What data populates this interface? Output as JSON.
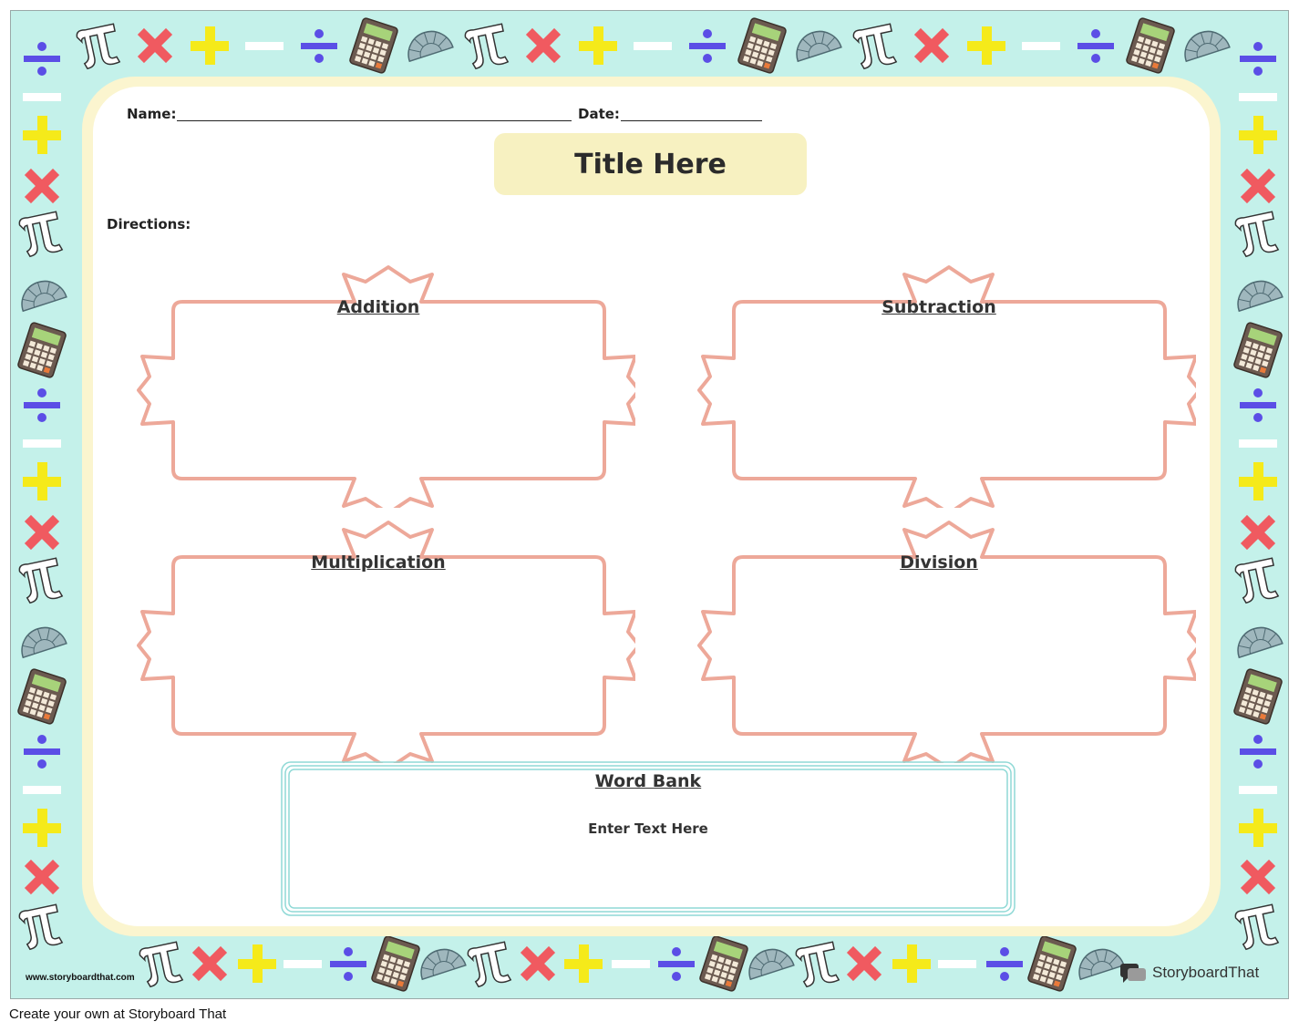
{
  "worksheet": {
    "name_label": "Name:",
    "date_label": "Date:",
    "title": "Title Here",
    "directions_label": "Directions:",
    "sections": [
      {
        "title": "Addition"
      },
      {
        "title": "Subtraction"
      },
      {
        "title": "Multiplication"
      },
      {
        "title": "Division"
      }
    ],
    "word_bank": {
      "title": "Word Bank",
      "text": "Enter Text Here"
    }
  },
  "branding": {
    "site_url": "www.storyboardthat.com",
    "logo_text": "StoryboardThat",
    "footer": "Create your own at Storyboard That"
  },
  "border_icons": [
    "divide-icon",
    "minus-icon",
    "plus-icon",
    "times-icon",
    "pi-icon",
    "protractor-icon",
    "calculator-icon"
  ],
  "colors": {
    "background": "#c4f1ea",
    "frame": "#fbf5cf",
    "title_box": "#f7f1c1",
    "burst_outline": "#eda899",
    "word_bank_outline": "#8fd9d6",
    "divide": "#5b4ee6",
    "plus": "#f5ea1a",
    "times": "#f05a60"
  }
}
